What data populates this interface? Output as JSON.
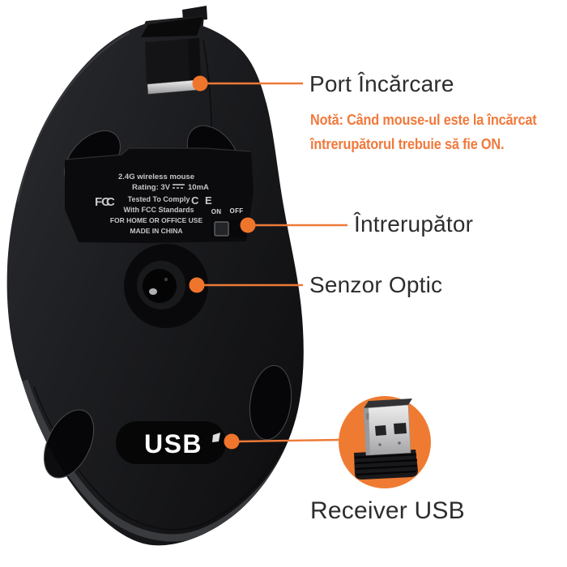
{
  "colors": {
    "accent_orange": "#ED7A38",
    "dot_orange": "#F0752C",
    "receiver_circle_orange": "#EF7B32",
    "note_text": "#F0793C",
    "heading_text": "#2D2D2D",
    "mouse_body_dark": "#1B1C1E",
    "plate_text": "#C6C6C6",
    "background": "#FFFFFF"
  },
  "callouts": {
    "charging_port": {
      "label": "Port Încărcare"
    },
    "charging_note": {
      "line1": "Notă: Când mouse-ul este la încărcat",
      "line2": "întrerupătorul trebuie să fie ON."
    },
    "power_switch": {
      "label": "Întrerupător"
    },
    "optical_sensor": {
      "label": "Senzor Optic"
    },
    "usb_receiver": {
      "label": "Receiver USB"
    }
  },
  "label_plate": {
    "line1": "2.4G wireless mouse",
    "rating_prefix": "Rating: 3V",
    "rating_suffix": "10mA",
    "line3": "Tested To Comply",
    "line4": "With FCC Standards",
    "line5": "FOR HOME OR OFFICE USE",
    "line6": "MADE IN CHINA",
    "fcc_logo": "FC",
    "fcc_logo_extra": "C",
    "ce_logo": "C E",
    "switch_on": "ON",
    "switch_off": "OFF"
  },
  "usb_compartment": {
    "label": "USB"
  }
}
